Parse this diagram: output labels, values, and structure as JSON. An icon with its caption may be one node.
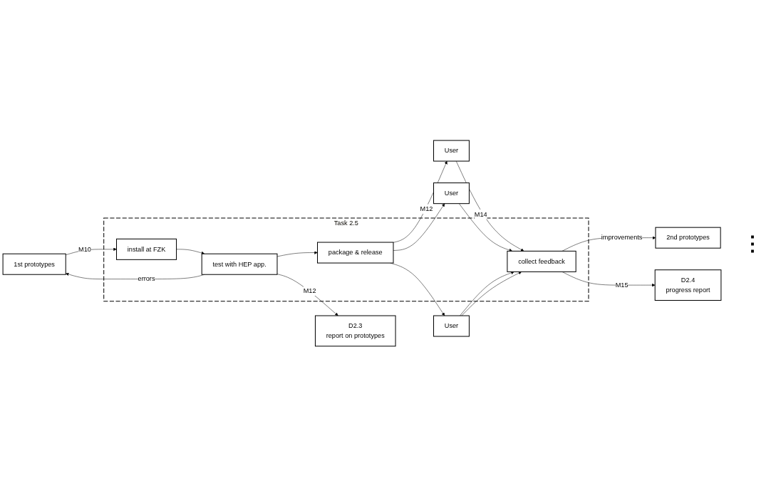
{
  "diagram": {
    "nodes": [
      {
        "text": [
          "Task 2.5"
        ]
      },
      {
        "text": [
          "1st prototypes"
        ]
      },
      {
        "text": [
          "install at FZK"
        ],
        "in": 0
      },
      {
        "text": [
          "test with HEP app."
        ],
        "in": 0
      },
      {
        "text": [
          "package & release"
        ],
        "in": 0
      },
      {
        "text": [
          "User"
        ]
      },
      {
        "text": [
          "User"
        ]
      },
      {
        "text": [
          "User"
        ]
      },
      {
        "text": [
          "D2.3",
          "report on prototypes"
        ]
      },
      {
        "text": [
          "collect feedback"
        ],
        "in": 0
      },
      {
        "text": [
          "D2.4",
          "progress report"
        ]
      },
      {
        "text": [
          "2nd prototypes"
        ]
      }
    ],
    "edges": [
      {
        "from": 1,
        "to": 2,
        "arrow": "to",
        "label": "M10"
      },
      {
        "from": 2,
        "to": 3,
        "arrow": "to"
      },
      {
        "from": 3,
        "to": 4,
        "arrow": "to"
      },
      {
        "from": 4,
        "to": 5,
        "arrow": "to",
        "label": "M12"
      },
      {
        "from": 4,
        "to": 6,
        "arrow": "to"
      },
      {
        "from": 4,
        "to": 7,
        "arrow": "to"
      },
      {
        "from": 3,
        "to": 1,
        "arrow": "to",
        "label": "errors"
      },
      {
        "from": 3,
        "to": 8,
        "arrow": "to",
        "label": "M12"
      },
      {
        "from": 5,
        "to": 9,
        "arrow": "to",
        "label": "M14"
      },
      {
        "from": 6,
        "to": 9,
        "arrow": "to"
      },
      {
        "from": 7,
        "to": 9,
        "arrow": "to"
      },
      {
        "from": 7,
        "to": 9,
        "arrow": "to"
      },
      {
        "from": 9,
        "to": 11,
        "arrow": "to",
        "label": "improvements"
      },
      {
        "from": 9,
        "to": 10,
        "arrow": "to",
        "label": "M15"
      }
    ],
    "labels": [
      "⋮"
    ]
  }
}
